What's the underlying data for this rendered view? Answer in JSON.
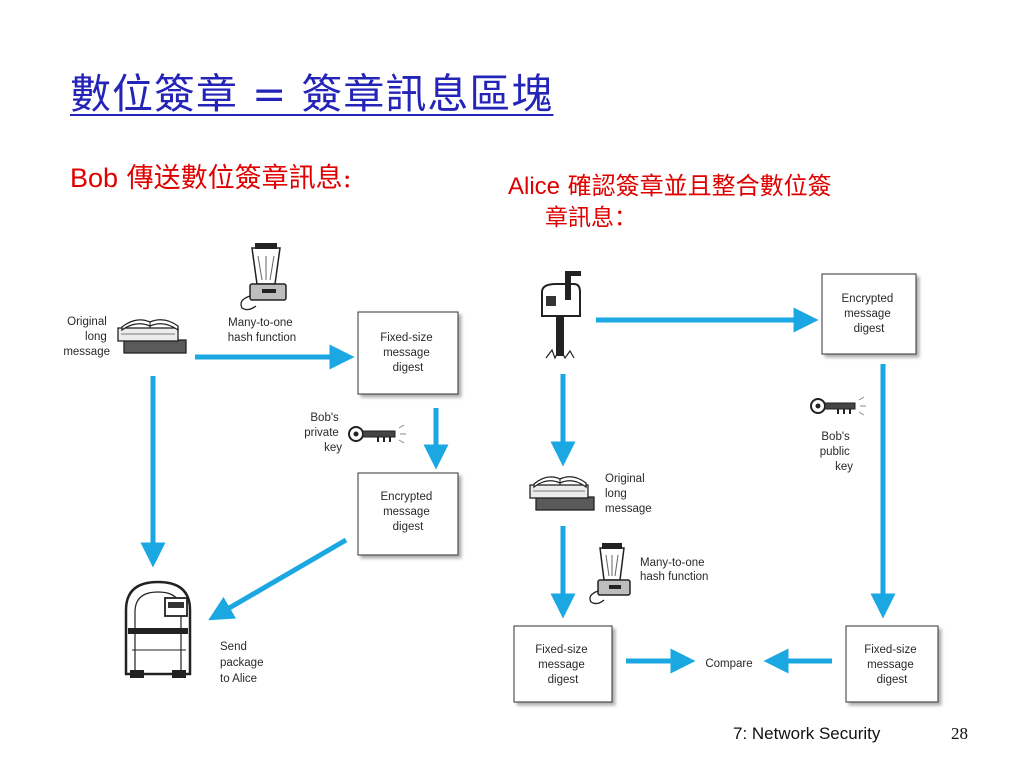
{
  "slide": {
    "title": "數位簽章 = 簽章訊息區塊",
    "footer": "7: Network Security",
    "page_number": "28"
  },
  "bob": {
    "heading_en": "Bob",
    "heading_zh": " 傳送數位簽章訊息:",
    "message_label": [
      "Original",
      "long",
      "message"
    ],
    "hash_label": [
      "Many-to-one",
      "hash function"
    ],
    "digest_box": [
      "Fixed-size",
      "message",
      "digest"
    ],
    "key_label": [
      "Bob's",
      "private",
      "key"
    ],
    "encrypted_box": [
      "Encrypted",
      "message",
      "digest"
    ],
    "send_label": [
      "Send",
      "package",
      "to Alice"
    ]
  },
  "alice": {
    "heading_en": "Alice",
    "heading_zh": " 確認簽章並且整合數位簽",
    "heading_line2": "章訊息：",
    "encrypted_box": [
      "Encrypted",
      "message",
      "digest"
    ],
    "key_label": [
      "Bob's",
      "public",
      "key"
    ],
    "message_label": [
      "Original",
      "long",
      "message"
    ],
    "hash_label": [
      "Many-to-one",
      "hash function"
    ],
    "digest_box_left": [
      "Fixed-size",
      "message",
      "digest"
    ],
    "compare_label": "Compare",
    "digest_box_right": [
      "Fixed-size",
      "message",
      "digest"
    ]
  },
  "colors": {
    "title": "#2424b8",
    "heading": "#e00000",
    "arrow": "#1aa7e2"
  }
}
